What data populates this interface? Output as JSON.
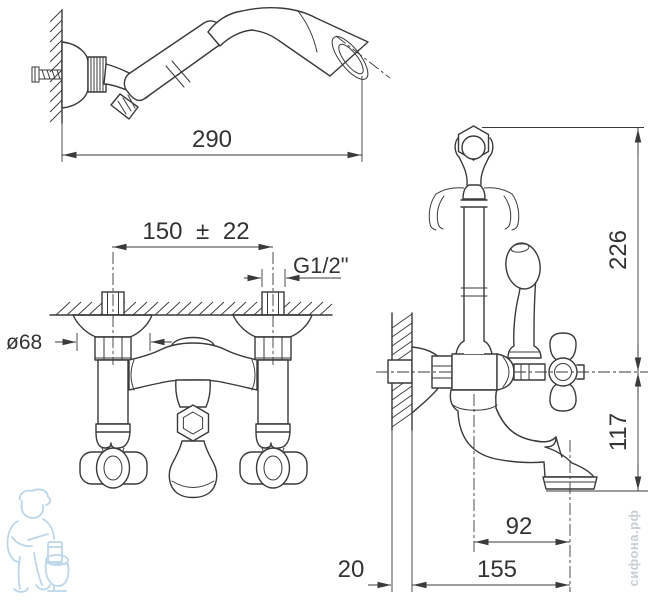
{
  "drawing": {
    "kind": "bath-shower mixer installation dimension drawing",
    "dimensions": {
      "hand_shower_length": "290",
      "inlet_center_distance": "150 ± 22",
      "thread_size": "G1/2\"",
      "escutcheon_diameter": "ø68",
      "body_height": "226",
      "spout_height_drop": "117",
      "spout_reach_from_axis": "92",
      "spout_total_reach": "155",
      "wall_projection": "20"
    },
    "watermark": {
      "site_text": "сифона.рф"
    },
    "colors": {
      "line": "#3a3a3a",
      "text": "#333333",
      "watermark_logo_blue": "#bcd6ea",
      "watermark_text_gray": "#c9ced5",
      "background": "#ffffff"
    }
  }
}
